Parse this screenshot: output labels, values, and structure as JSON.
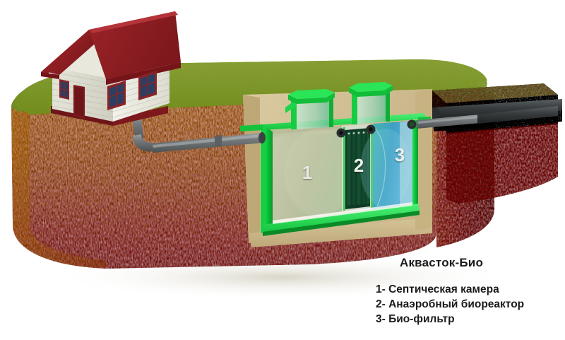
{
  "diagram": {
    "title": "Аквасток-Био",
    "legend": [
      {
        "key": "1",
        "text": "1- Септическая камера"
      },
      {
        "key": "2",
        "text": "2- Анаэробный биореактор"
      },
      {
        "key": "3",
        "text": "3- Био-фильтр"
      }
    ],
    "chamber_labels": {
      "one": "1",
      "two": "2",
      "three": "3"
    },
    "colors": {
      "grass": "#8aa33f",
      "soil": "#a66f22",
      "soil_dark": "#8a5a18",
      "backfill_sand": "#d8c79b",
      "tank_green": "#10c33a",
      "tank_green_dark": "#0a8c2a",
      "chamber1": "#b7b894",
      "chamber2": "#12402a",
      "chamber3": "#3aa7c8",
      "pipe_gray": "#6f7274",
      "gravel": "#5d5a52",
      "roof_red": "#8e1e22",
      "wall_white": "#eeeee4",
      "window_blue": "#2b3f63",
      "text": "#1b1b1b"
    },
    "parts": {
      "house": "house",
      "inlet_pipe": "inlet-sewer-pipe",
      "outlet_pipe": "outlet-pipe",
      "drain_field": "gravel-drain-field",
      "riser_left": "access-riser-left",
      "riser_right": "access-riser-right",
      "ground_block": "soil-cross-section",
      "grass_surface": "grass-surface",
      "excavation": "excavation-backfill",
      "tank": "septic-tank"
    }
  }
}
